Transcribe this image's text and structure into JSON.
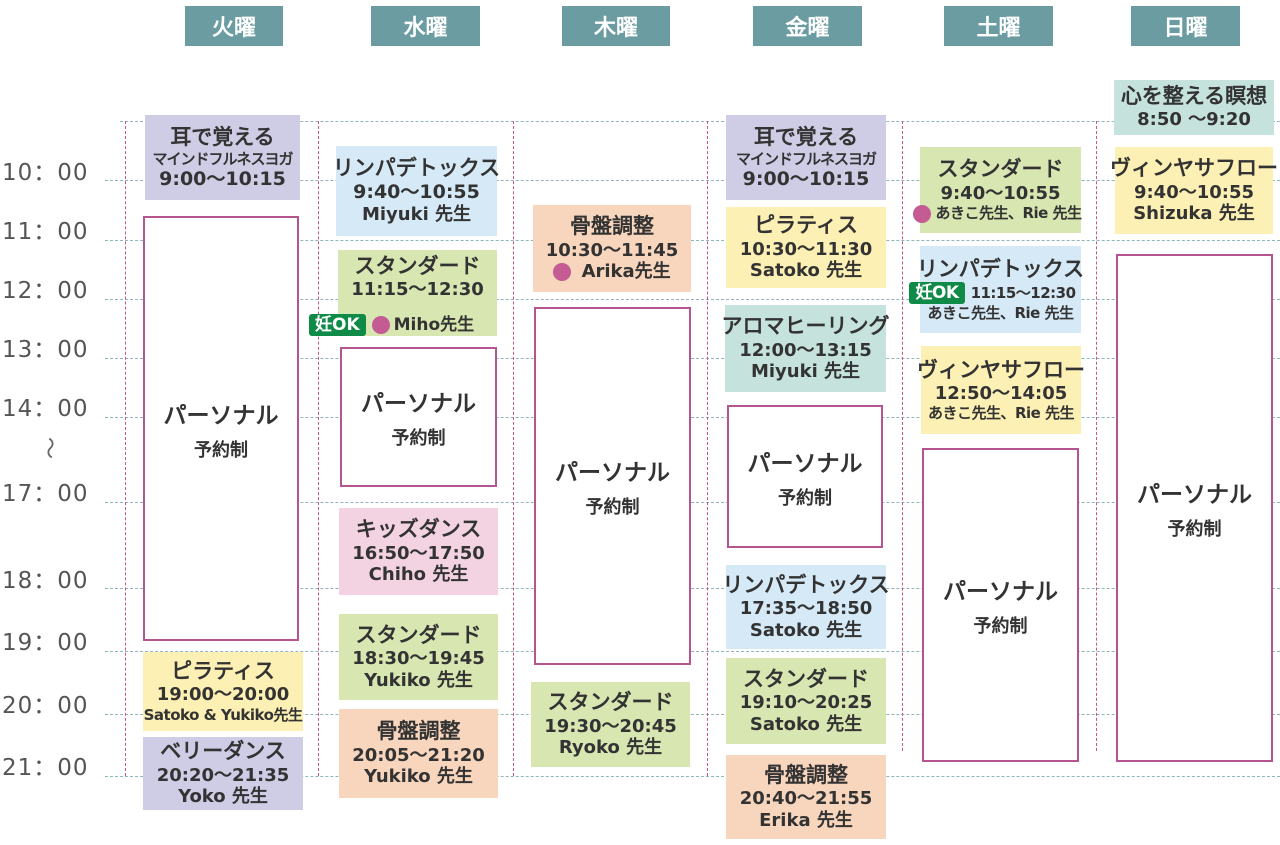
{
  "days": [
    "火曜",
    "水曜",
    "木曜",
    "金曜",
    "土曜",
    "日曜"
  ],
  "times": [
    "10：00",
    "11：00",
    "12：00",
    "13：00",
    "14：00",
    "17：00",
    "18：00",
    "19：00",
    "20：00",
    "21：00"
  ],
  "tilde": "〜",
  "personal": {
    "title": "パーソナル",
    "sub": "予約制"
  },
  "ok_badge": "妊OK",
  "tue": {
    "c1": {
      "name": "耳で覚える",
      "name2": "マインドフルネスヨガ",
      "time": "9:00〜10:15"
    },
    "c2": {
      "name": "ピラティス",
      "time": "19:00〜20:00",
      "inst": "Satoko & Yukiko先生"
    },
    "c3": {
      "name": "ベリーダンス",
      "time": "20:20〜21:35",
      "inst": "Yoko 先生"
    }
  },
  "wed": {
    "c1": {
      "name": "リンパデトックス",
      "time": "9:40〜10:55",
      "inst": "Miyuki 先生"
    },
    "c2": {
      "name": "スタンダード",
      "time": "11:15〜12:30",
      "inst": "Miho先生"
    },
    "c3": {
      "name": "キッズダンス",
      "time": "16:50〜17:50",
      "inst": "Chiho 先生"
    },
    "c4": {
      "name": "スタンダード",
      "time": "18:30〜19:45",
      "inst": "Yukiko 先生"
    },
    "c5": {
      "name": "骨盤調整",
      "time": "20:05〜21:20",
      "inst": "Yukiko 先生"
    }
  },
  "thu": {
    "c1": {
      "name": "骨盤調整",
      "time": "10:30〜11:45",
      "inst": "Arika先生"
    },
    "c2": {
      "name": "スタンダード",
      "time": "19:30〜20:45",
      "inst": "Ryoko 先生"
    }
  },
  "fri": {
    "c1": {
      "name": "耳で覚える",
      "name2": "マインドフルネスヨガ",
      "time": "9:00〜10:15"
    },
    "c2": {
      "name": "ピラティス",
      "time": "10:30〜11:30",
      "inst": "Satoko 先生"
    },
    "c3": {
      "name": "アロマヒーリング",
      "time": "12:00〜13:15",
      "inst": "Miyuki 先生"
    },
    "c4": {
      "name": "リンパデトックス",
      "time": "17:35〜18:50",
      "inst": "Satoko 先生"
    },
    "c5": {
      "name": "スタンダード",
      "time": "19:10〜20:25",
      "inst": "Satoko 先生"
    },
    "c6": {
      "name": "骨盤調整",
      "time": "20:40〜21:55",
      "inst": "Erika 先生"
    }
  },
  "sat": {
    "c1": {
      "name": "スタンダード",
      "time": "9:40〜10:55",
      "inst": "あきこ先生、Rie 先生"
    },
    "c2": {
      "name": "リンパデトックス",
      "time": "11:15〜12:30",
      "inst": "あきこ先生、Rie 先生"
    },
    "c3": {
      "name": "ヴィンヤサフロー",
      "time": "12:50〜14:05",
      "inst": "あきこ先生、Rie 先生"
    }
  },
  "sun": {
    "c1": {
      "name": "心を整える瞑想",
      "time": "8:50 〜9:20"
    },
    "c2": {
      "name": "ヴィンヤサフロー",
      "time": "9:40〜10:55",
      "inst": "Shizuka 先生"
    }
  }
}
